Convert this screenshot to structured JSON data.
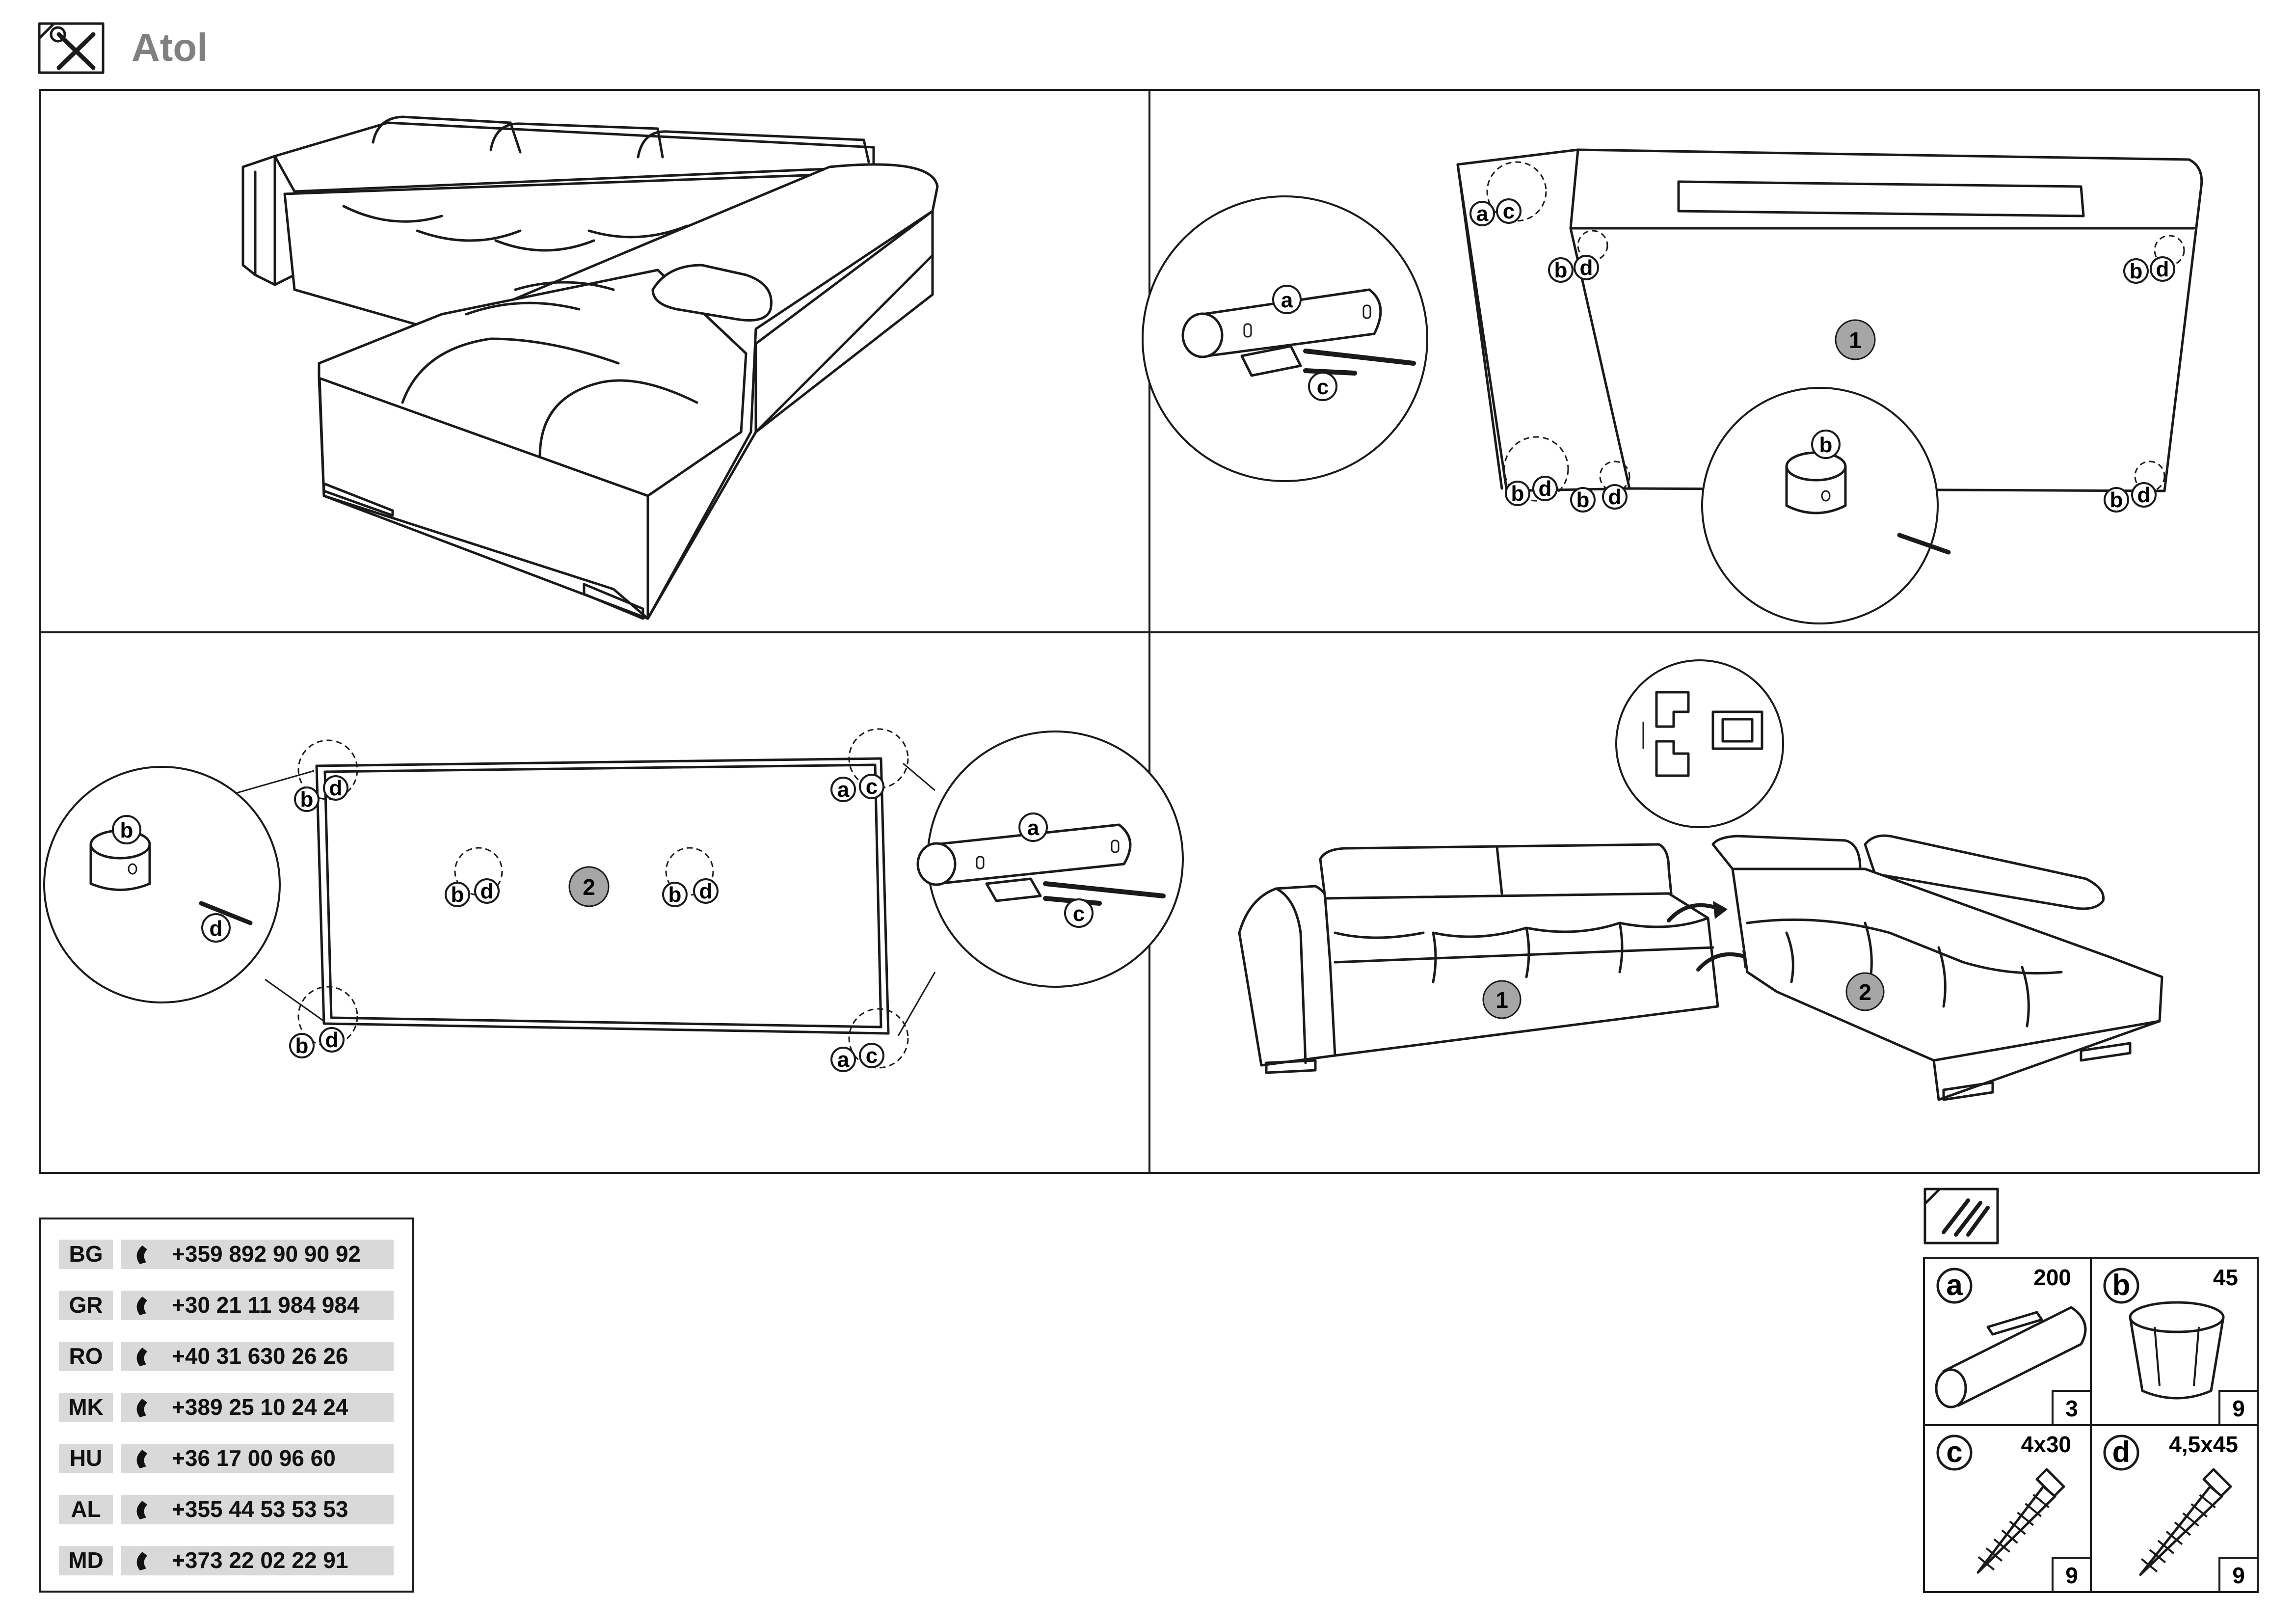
{
  "header": {
    "product_name": "Atol",
    "icon": "tools-icon"
  },
  "steps": {
    "step1": "1",
    "step2": "2"
  },
  "part_letters": {
    "a": "a",
    "b": "b",
    "c": "c",
    "d": "d"
  },
  "contacts": [
    {
      "country": "BG",
      "phone": "+359 892 90 90 92"
    },
    {
      "country": "GR",
      "phone": "+30 21 11 984 984"
    },
    {
      "country": "RO",
      "phone": "+40 31 630 26 26"
    },
    {
      "country": "MK",
      "phone": "+389 25 10 24 24"
    },
    {
      "country": "HU",
      "phone": "+36 17 00 96 60"
    },
    {
      "country": "AL",
      "phone": "+355 44 53 53 53"
    },
    {
      "country": "MD",
      "phone": "+373 22 02 22 91"
    }
  ],
  "parts": [
    {
      "letter": "a",
      "size": "200",
      "qty": "3",
      "icon": "connector-tube-icon"
    },
    {
      "letter": "b",
      "size": "45",
      "qty": "9",
      "icon": "furniture-leg-icon"
    },
    {
      "letter": "c",
      "size": "4x30",
      "qty": "9",
      "icon": "screw-icon"
    },
    {
      "letter": "d",
      "size": "4,5x45",
      "qty": "9",
      "icon": "screw-icon"
    }
  ],
  "parts_header_icon": "screws-icon",
  "colors": {
    "line": "#1a1a1a",
    "title_gray": "#808080",
    "badge_gray": "#a6a6a6",
    "row_bg": "#d9d9d9"
  }
}
